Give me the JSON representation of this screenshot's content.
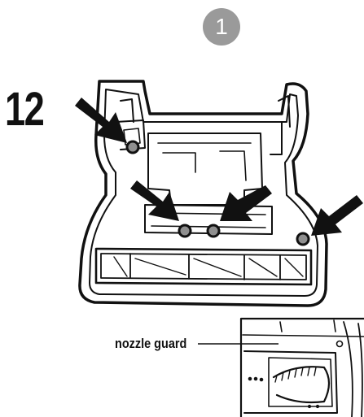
{
  "step": {
    "number": "1"
  },
  "screw_count": "12",
  "callout": {
    "label": "nozzle guard"
  },
  "colors": {
    "badge": "#9a9a9a",
    "ink": "#111111",
    "screw": "#8f8f8f"
  },
  "icons": [
    "arrow-icon",
    "screw-icon"
  ]
}
